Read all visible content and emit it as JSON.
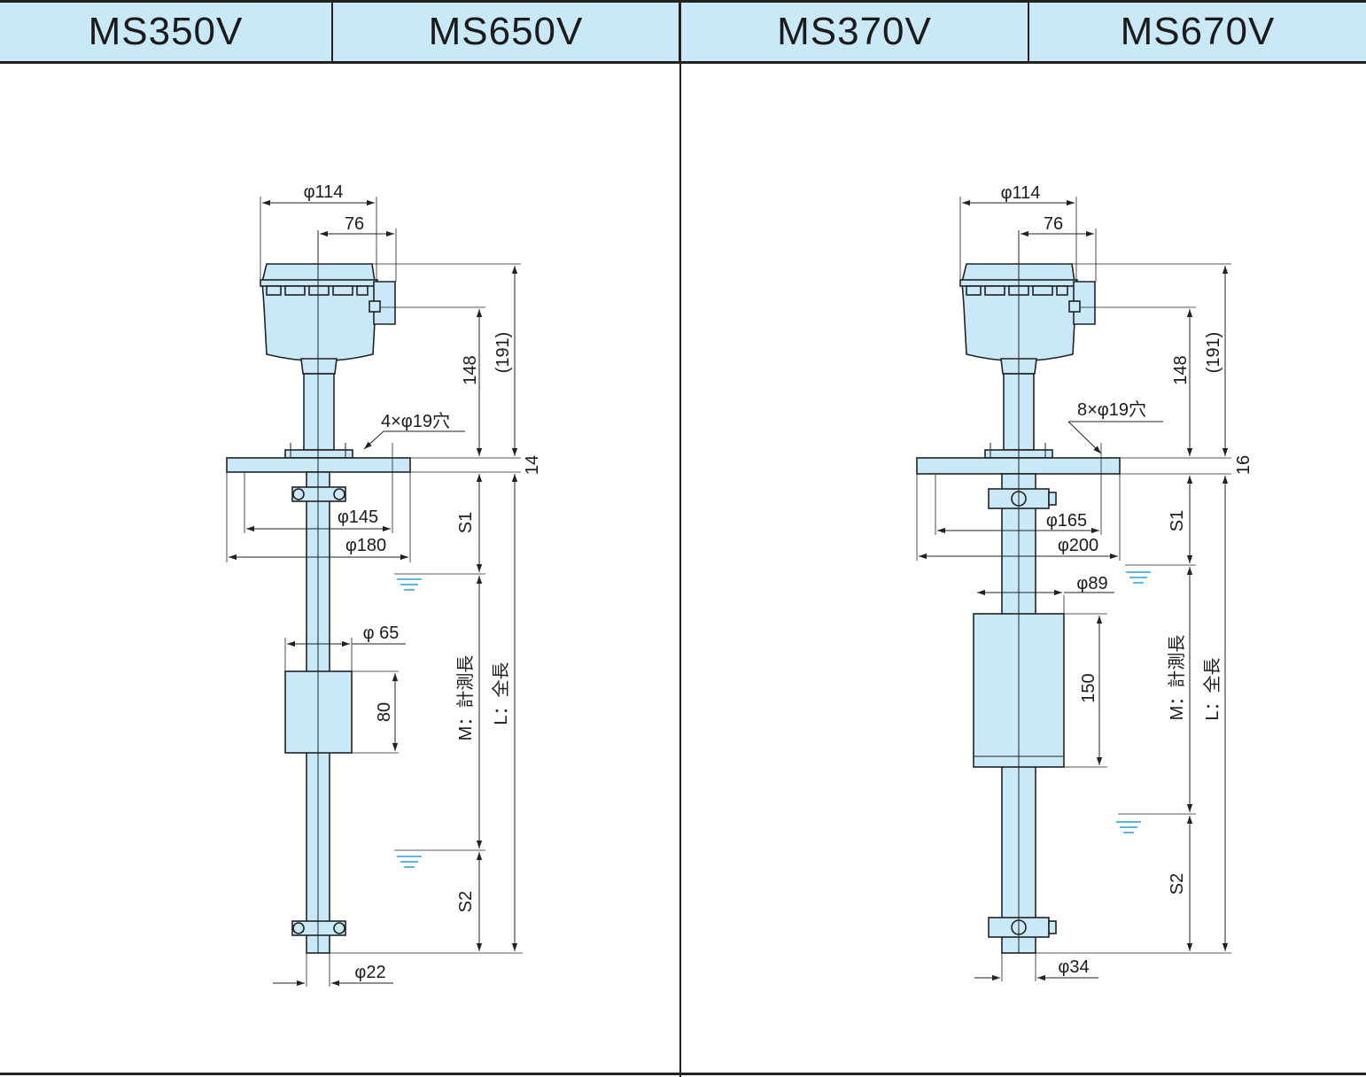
{
  "header": {
    "models": [
      "MS350V",
      "MS650V",
      "MS370V",
      "MS670V"
    ]
  },
  "colors": {
    "part_fill": "#c9e8f8",
    "line": "#222222",
    "water_level": "#2aa0d8"
  },
  "left_drawing": {
    "d_head": "φ114",
    "d_76": "76",
    "d_148": "148",
    "d_191": "(191)",
    "d_14": "14",
    "holes": "4×φ19穴",
    "d_pcd": "φ145",
    "d_flange": "φ180",
    "s1": "S1",
    "m": "M：計測長",
    "l": "L：全長",
    "d_float": "φ 65",
    "d_float_h": "80",
    "s2": "S2",
    "d_pipe": "φ22"
  },
  "right_drawing": {
    "d_head": "φ114",
    "d_76": "76",
    "d_148": "148",
    "d_191": "(191)",
    "d_16": "16",
    "holes": "8×φ19穴",
    "d_pcd": "φ165",
    "d_flange": "φ200",
    "d_float": "φ89",
    "s1": "S1",
    "m": "M：計測長",
    "l": "L：全長",
    "d_float_h": "150",
    "s2": "S2",
    "d_pipe": "φ34"
  }
}
